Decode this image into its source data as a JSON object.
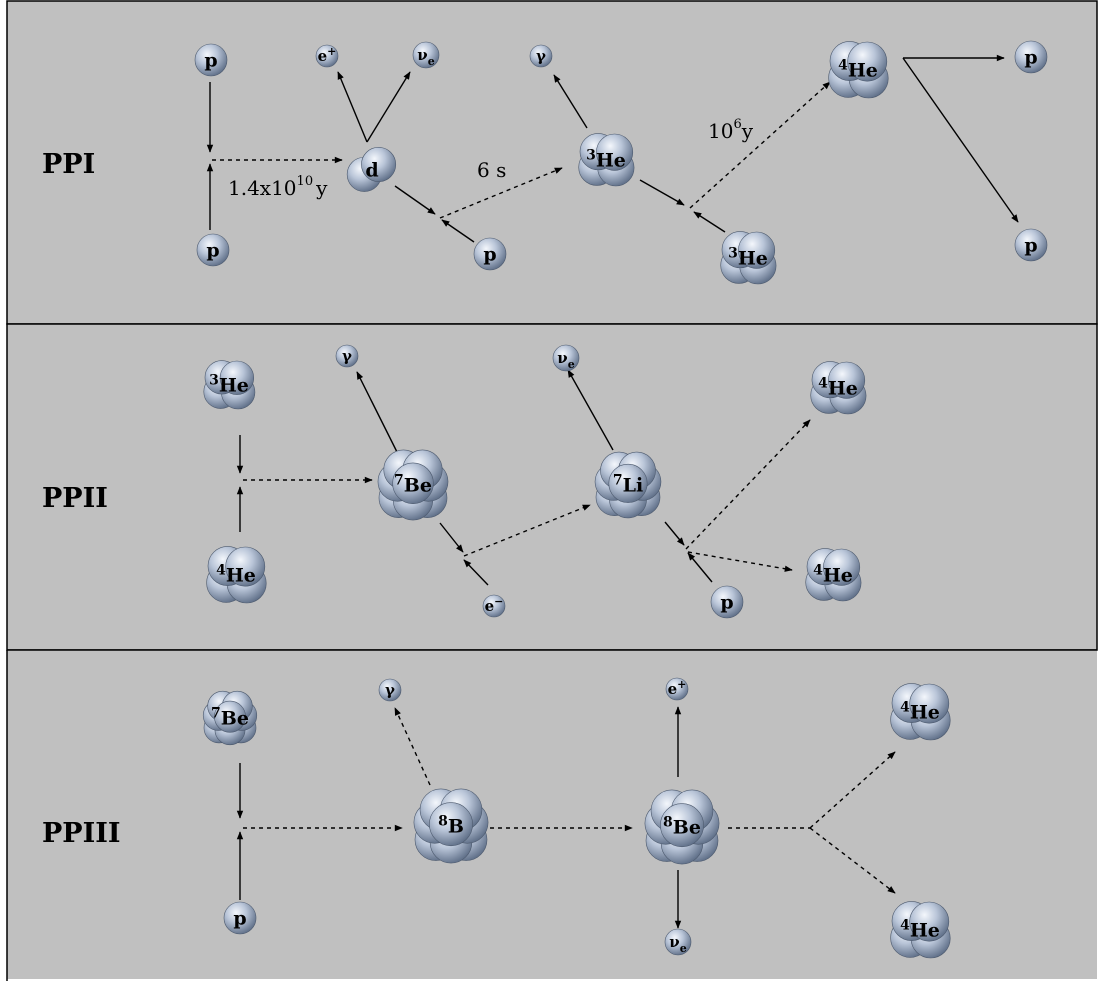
{
  "chains": [
    {
      "name": "PPI"
    },
    {
      "name": "PPII"
    },
    {
      "name": "PPIII"
    }
  ],
  "ppi": {
    "p_top_left": "p",
    "p_bottom_left": "p",
    "d": "d",
    "p_mid": "p",
    "e_plus": {
      "base": "e",
      "sup": "+"
    },
    "nu_e": {
      "base": "ν",
      "sub": "e"
    },
    "gamma": "γ",
    "he3_mid": {
      "sup": "3",
      "base": "He"
    },
    "he3_bottom": {
      "sup": "3",
      "base": "He"
    },
    "he4": {
      "sup": "4",
      "base": "He"
    },
    "p_out_top": "p",
    "p_out_bottom": "p",
    "time_pp": {
      "base": "1.4x10",
      "sup": "10",
      "unit": "y"
    },
    "time_d": "6 s",
    "time_he3": {
      "base": "10",
      "sup": "6",
      "unit": "y"
    }
  },
  "ppii": {
    "he3": {
      "sup": "3",
      "base": "He"
    },
    "he4_in": {
      "sup": "4",
      "base": "He"
    },
    "be7": {
      "sup": "7",
      "base": "Be"
    },
    "gamma": "γ",
    "e_minus": {
      "base": "e",
      "sup": "−"
    },
    "li7": {
      "sup": "7",
      "base": "Li"
    },
    "nu_e": {
      "base": "ν",
      "sub": "e"
    },
    "p": "p",
    "he4_out_top": {
      "sup": "4",
      "base": "He"
    },
    "he4_out_bottom": {
      "sup": "4",
      "base": "He"
    }
  },
  "ppiii": {
    "be7": {
      "sup": "7",
      "base": "Be"
    },
    "p": "p",
    "b8": {
      "sup": "8",
      "base": "B"
    },
    "gamma": "γ",
    "be8": {
      "sup": "8",
      "base": "Be"
    },
    "e_plus": {
      "base": "e",
      "sup": "+"
    },
    "nu_e": {
      "base": "ν",
      "sub": "e"
    },
    "he4_out_top": {
      "sup": "4",
      "base": "He"
    },
    "he4_out_bottom": {
      "sup": "4",
      "base": "He"
    }
  },
  "colors": {
    "panel_background": "#c0c0c0",
    "particle_light": "#e6ecf6",
    "particle_mid": "#aab7cc",
    "particle_dark": "#5f6f88"
  }
}
